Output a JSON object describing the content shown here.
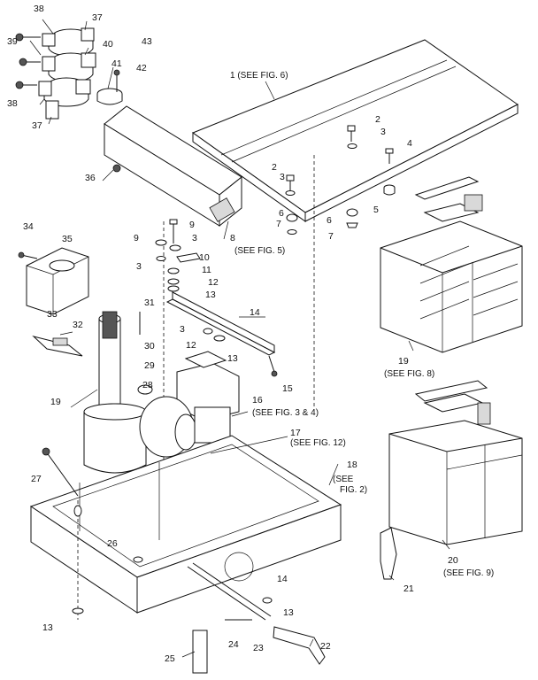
{
  "diagram": {
    "part_labels": [
      {
        "id": "p38a",
        "text": "38"
      },
      {
        "id": "p37a",
        "text": "37"
      },
      {
        "id": "p39",
        "text": "39"
      },
      {
        "id": "p40",
        "text": "40"
      },
      {
        "id": "p43",
        "text": "43"
      },
      {
        "id": "p41",
        "text": "41"
      },
      {
        "id": "p42",
        "text": "42"
      },
      {
        "id": "p38b",
        "text": "38"
      },
      {
        "id": "p37b",
        "text": "37"
      },
      {
        "id": "p36",
        "text": "36"
      },
      {
        "id": "p1",
        "text": "1 (SEE FIG. 6)"
      },
      {
        "id": "p2a",
        "text": "2"
      },
      {
        "id": "p3a",
        "text": "3"
      },
      {
        "id": "p4",
        "text": "4"
      },
      {
        "id": "p2b",
        "text": "2"
      },
      {
        "id": "p3b",
        "text": "3"
      },
      {
        "id": "p5",
        "text": "5"
      },
      {
        "id": "p6a",
        "text": "6"
      },
      {
        "id": "p7a",
        "text": "7"
      },
      {
        "id": "p6b",
        "text": "6"
      },
      {
        "id": "p7b",
        "text": "7"
      },
      {
        "id": "p8",
        "text": "8"
      },
      {
        "id": "p8cap",
        "text": "(SEE FIG. 5)"
      },
      {
        "id": "p9a",
        "text": "9"
      },
      {
        "id": "p9b",
        "text": "9"
      },
      {
        "id": "p3c",
        "text": "3"
      },
      {
        "id": "p3d",
        "text": "3"
      },
      {
        "id": "p10",
        "text": "10"
      },
      {
        "id": "p11",
        "text": "11"
      },
      {
        "id": "p12a",
        "text": "12"
      },
      {
        "id": "p13a",
        "text": "13"
      },
      {
        "id": "p34",
        "text": "34"
      },
      {
        "id": "p35",
        "text": "35"
      },
      {
        "id": "p33",
        "text": "33"
      },
      {
        "id": "p31",
        "text": "31"
      },
      {
        "id": "p14",
        "text": "14"
      },
      {
        "id": "p32",
        "text": "32"
      },
      {
        "id": "p3e",
        "text": "3"
      },
      {
        "id": "p30",
        "text": "30"
      },
      {
        "id": "p12b",
        "text": "12"
      },
      {
        "id": "p13b",
        "text": "13"
      },
      {
        "id": "p29",
        "text": "29"
      },
      {
        "id": "p28",
        "text": "28"
      },
      {
        "id": "p15",
        "text": "15"
      },
      {
        "id": "p19a",
        "text": "19"
      },
      {
        "id": "p16",
        "text": "16"
      },
      {
        "id": "p16cap",
        "text": "(SEE FIG. 3 & 4)"
      },
      {
        "id": "p17",
        "text": "17"
      },
      {
        "id": "p17cap",
        "text": "(SEE FIG. 12)"
      },
      {
        "id": "p19b",
        "text": "19"
      },
      {
        "id": "p19cap",
        "text": "(SEE FIG. 8)"
      },
      {
        "id": "p18",
        "text": "18"
      },
      {
        "id": "p18cap1",
        "text": "(SEE"
      },
      {
        "id": "p18cap2",
        "text": "FIG. 2)"
      },
      {
        "id": "p27",
        "text": "27"
      },
      {
        "id": "p26",
        "text": "26"
      },
      {
        "id": "p20",
        "text": "20"
      },
      {
        "id": "p20cap",
        "text": "(SEE FIG. 9)"
      },
      {
        "id": "p21",
        "text": "21"
      },
      {
        "id": "p14b",
        "text": "14"
      },
      {
        "id": "p13c",
        "text": "13"
      },
      {
        "id": "p13d",
        "text": "13"
      },
      {
        "id": "p22",
        "text": "22"
      },
      {
        "id": "p24",
        "text": "24"
      },
      {
        "id": "p23",
        "text": "23"
      },
      {
        "id": "p25",
        "text": "25"
      }
    ]
  }
}
